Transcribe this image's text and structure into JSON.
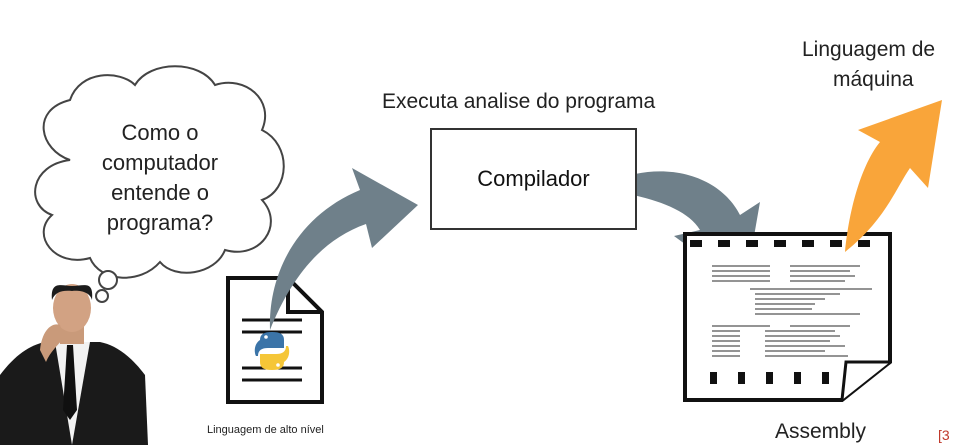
{
  "thought": {
    "lines": [
      "Como o",
      "computador",
      "entende o",
      "programa?"
    ]
  },
  "compiler": {
    "label": "Compilador",
    "caption": "Executa analise do programa"
  },
  "source": {
    "caption": "Linguagem de alto nível"
  },
  "output": {
    "machine_line1": "Linguagem de",
    "machine_line2": "máquina",
    "assembly_caption": "Assembly"
  },
  "reference": "[3",
  "colors": {
    "arrow_gray": "#6f808a",
    "arrow_orange": "#f9a53a"
  }
}
